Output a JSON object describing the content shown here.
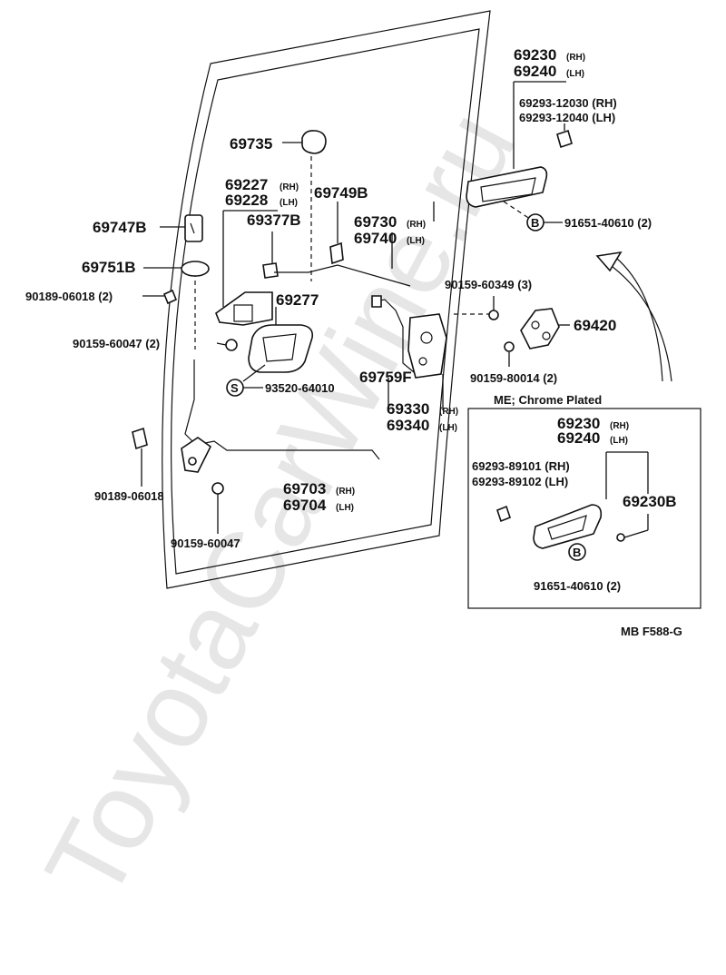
{
  "watermark": "ToyotaCarWine.ru",
  "diagram_code": "MB F588-G",
  "inset": {
    "title": "ME; Chrome Plated",
    "labels": {
      "handle_rh": "69230",
      "handle_rh_sub": "(RH)",
      "handle_lh": "69240",
      "handle_lh_sub": "(LH)",
      "key_rh": "69293-89101 (RH)",
      "key_lh": "69293-89102 (LH)",
      "handle_b": "69230B",
      "screw_b": "91651-40610 (2)",
      "b_mark": "B"
    }
  },
  "labels": {
    "p69735": "69735",
    "p69227": "69227",
    "p69227_sub": "(RH)",
    "p69228": "69228",
    "p69228_sub": "(LH)",
    "p69749b": "69749B",
    "p69747b": "69747B",
    "p69377b": "69377B",
    "p69730": "69730",
    "p69730_sub": "(RH)",
    "p69740": "69740",
    "p69740_sub": "(LH)",
    "p69751b": "69751B",
    "p90189_06018_2": "90189-06018 (2)",
    "p69277": "69277",
    "p90159_60047_2": "90159-60047 (2)",
    "p93520_64010": "93520-64010",
    "s_mark": "S",
    "p69759f": "69759F",
    "p69330": "69330",
    "p69330_sub": "(RH)",
    "p69340": "69340",
    "p69340_sub": "(LH)",
    "p90189_06018": "90189-06018",
    "p69703": "69703",
    "p69703_sub": "(RH)",
    "p69704": "69704",
    "p69704_sub": "(LH)",
    "p90159_60047": "90159-60047",
    "p69230": "69230",
    "p69230_sub": "(RH)",
    "p69240": "69240",
    "p69240_sub": "(LH)",
    "p69293_12030": "69293-12030 (RH)",
    "p69293_12040": "69293-12040 (LH)",
    "p91651_40610": "91651-40610 (2)",
    "b_mark": "B",
    "p90159_60349": "90159-60349 (3)",
    "p69420": "69420",
    "p90159_80014": "90159-80014 (2)"
  }
}
